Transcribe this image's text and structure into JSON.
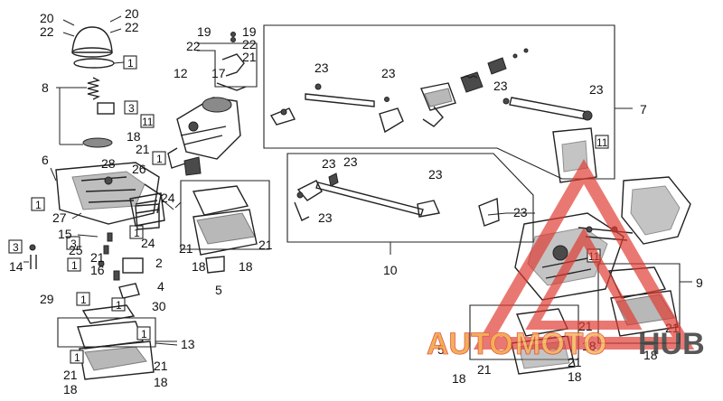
{
  "callouts": {
    "c20a": "20",
    "c22a": "22",
    "c20b": "20",
    "c22b": "22",
    "c8": "8",
    "c6": "6",
    "c27": "27",
    "c15": "15",
    "c25": "25",
    "c14": "14",
    "c21a": "21",
    "c16": "16",
    "c2": "2",
    "c4": "4",
    "c29": "29",
    "c30": "30",
    "c13": "13",
    "c21b": "21",
    "c18a": "18",
    "c21c": "21",
    "c18b": "18",
    "c18c": "18",
    "c21d": "21",
    "c26": "26",
    "c28": "28",
    "c24a": "24",
    "c24b": "24",
    "c21e": "21",
    "c18d": "18",
    "c5a": "5",
    "c21f": "21",
    "c18e": "18",
    "c19a": "19",
    "c19b": "19",
    "c22c": "22",
    "c22d": "22",
    "c21g": "21",
    "c12": "12",
    "c17": "17",
    "c23a": "23",
    "c23b": "23",
    "c23c": "23",
    "c23d": "23",
    "c7": "7",
    "c23e": "23",
    "c23f": "23",
    "c23g": "23",
    "c23h": "23",
    "c23i": "23",
    "c10": "10",
    "c9": "9",
    "c21h": "21",
    "c21i": "21",
    "c18f": "18",
    "c18g": "18",
    "c5b": "5",
    "c18h": "18",
    "c21j": "21",
    "c21k": "21",
    "c18i": "18",
    "c1": "1",
    "c3": "3",
    "c11": "11"
  },
  "watermark": {
    "part1": "AUTO",
    "part2": "MOTO",
    "part3": "HUB",
    "color_red": "#e03a2f",
    "color_orange": "#f2a23a",
    "color_dark": "#3a3a3a"
  }
}
